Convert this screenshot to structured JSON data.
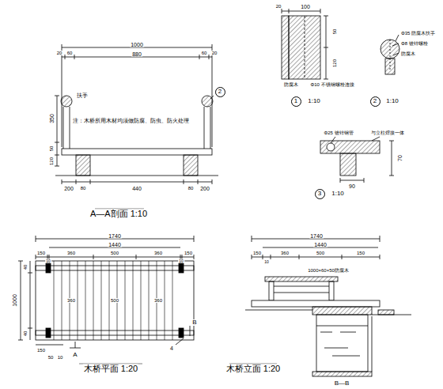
{
  "diagram": {
    "nodes": [
      {
        "text": [
          "2"
        ]
      },
      {
        "text": [
          "1"
        ]
      },
      {
        "text": [
          "2"
        ]
      },
      {
        "text": [
          "3"
        ]
      }
    ],
    "labels": [
      "1000",
      "20",
      "60",
      "880",
      "60",
      "20",
      "350",
      "50",
      "120",
      "200",
      "80",
      "440",
      "80",
      "200",
      "注：木桥所用木材均须做防腐、防虫、防火处理",
      "扶手",
      "A—A剖面 1:10",
      "20",
      "100",
      "50",
      "120",
      "防腐木",
      "Φ10 不锈钢螺栓连接",
      "1:10",
      "Φ35 防腐木扶手",
      "Φ8 镀锌螺栓",
      "防腐木",
      "1:10",
      "Φ25 镀锌钢管",
      "与立柱焊接一体",
      "70",
      "90",
      "1:10",
      "1740",
      "1440",
      "150",
      "10",
      "360",
      "500",
      "360",
      "10",
      "150",
      "1000",
      "40",
      "40",
      "360",
      "500",
      "360",
      "150",
      "50",
      "10",
      "A",
      "B",
      "4",
      "木桥平面 1:20",
      "1740",
      "1440",
      "150",
      "10",
      "360",
      "500",
      "150",
      "1000×60×50防腐木",
      "木桥立面 1:20",
      "B—B"
    ]
  }
}
